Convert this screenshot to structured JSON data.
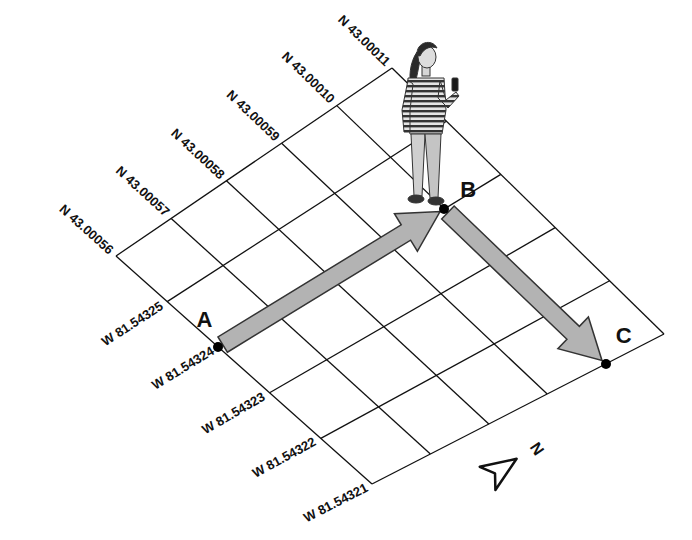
{
  "diagram": {
    "nodes": [
      {
        "text": [
          "A"
        ]
      },
      {
        "text": [
          "B"
        ]
      },
      {
        "text": [
          "C"
        ]
      }
    ],
    "edges": [
      {
        "from": 0,
        "to": 1,
        "arrow": "to"
      },
      {
        "from": 1,
        "to": 2,
        "arrow": "to"
      }
    ],
    "labels": [
      "N 43.00056",
      "N 43.00057",
      "N 43.00058",
      "N 43.00059",
      "N 43.00010",
      "N 43.00011",
      "W 81.54325",
      "W 81.54324",
      "W 81.54323",
      "W 81.54322",
      "W 81.54321",
      "N"
    ]
  }
}
